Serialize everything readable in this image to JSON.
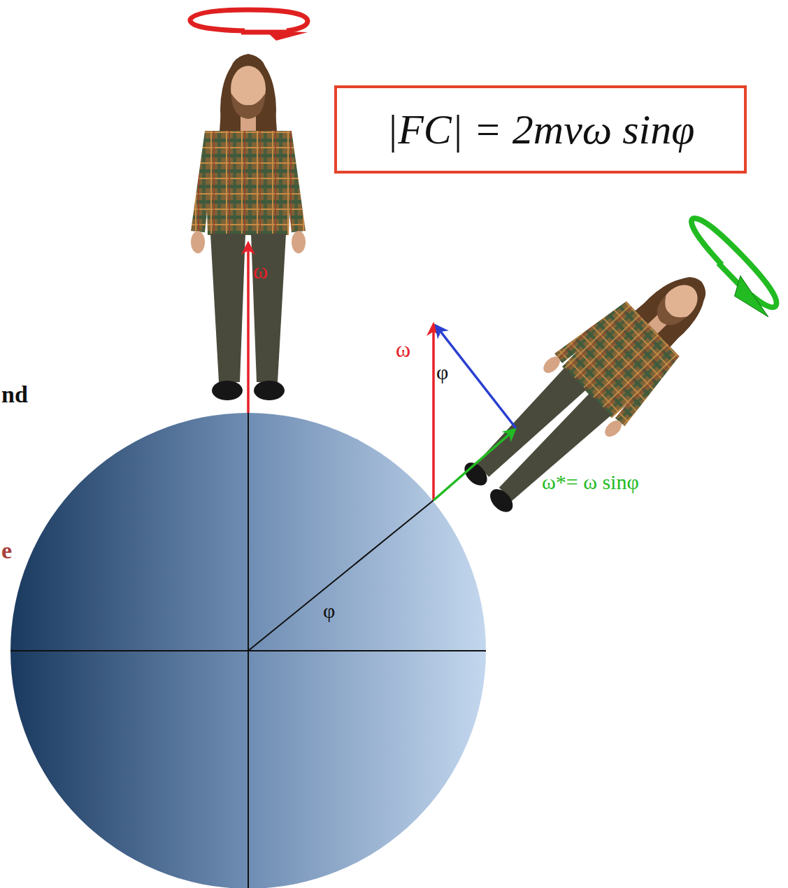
{
  "diagram": {
    "nodes": [
      {
        "text": [
          "|FC| = 2mvω sinφ"
        ]
      }
    ],
    "labels": [
      "ω",
      "ω",
      "φ",
      "ω*= ω sinφ",
      "φ",
      "nd",
      "e"
    ]
  }
}
